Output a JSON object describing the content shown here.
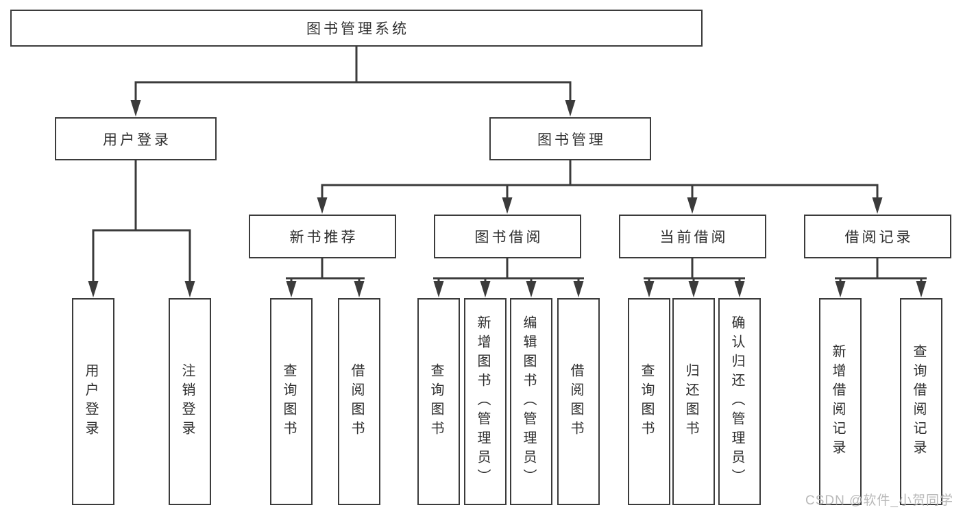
{
  "tree": {
    "root": {
      "label": "图书管理系统"
    },
    "branches": [
      {
        "label": "用户登录",
        "leaves": [
          {
            "label": "用户登录"
          },
          {
            "label": "注销登录"
          }
        ]
      },
      {
        "label": "图书管理",
        "groups": [
          {
            "label": "新书推荐",
            "leaves": [
              {
                "label": "查询图书"
              },
              {
                "label": "借阅图书"
              }
            ]
          },
          {
            "label": "图书借阅",
            "leaves": [
              {
                "label": "查询图书"
              },
              {
                "label": "新增图书（管理员）"
              },
              {
                "label": "编辑图书（管理员）"
              },
              {
                "label": "借阅图书"
              }
            ]
          },
          {
            "label": "当前借阅",
            "leaves": [
              {
                "label": "查询图书"
              },
              {
                "label": "归还图书"
              },
              {
                "label": "确认归还（管理员）"
              }
            ]
          },
          {
            "label": "借阅记录",
            "leaves": [
              {
                "label": "新增借阅记录"
              },
              {
                "label": "查询借阅记录"
              }
            ]
          }
        ]
      }
    ]
  },
  "watermark": {
    "text": "CSDN @软件_小贺同学"
  },
  "colors": {
    "line": "#3b3b3b",
    "text": "#2f2f2f",
    "watermark": "#b9b9b9",
    "background": "#ffffff"
  }
}
